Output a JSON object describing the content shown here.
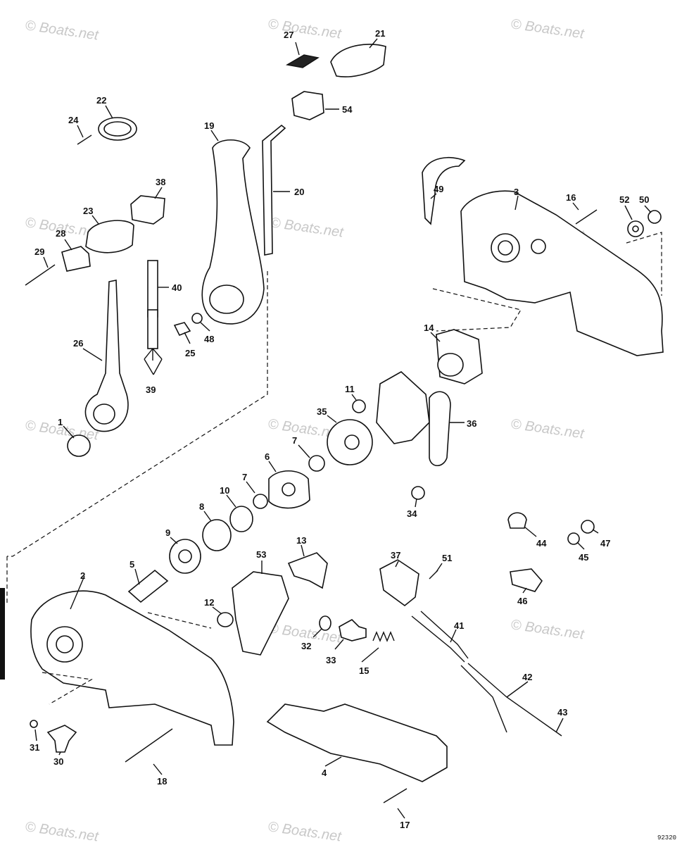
{
  "watermarks": [
    "© Boats.net",
    "© Boats.net",
    "© Boats.net",
    "© Boats.net",
    "© Boats.net",
    "© Boats.net",
    "© Boats.net",
    "© Boats.net",
    "© Boats.net",
    "© Boats.net",
    "© Boats.net",
    "© Boats.net",
    "© Boats.net"
  ],
  "reference_number": "92320",
  "callouts": [
    "1",
    "2",
    "3",
    "4",
    "5",
    "6",
    "7",
    "7",
    "8",
    "9",
    "10",
    "11",
    "12",
    "13",
    "14",
    "15",
    "16",
    "17",
    "18",
    "19",
    "20",
    "21",
    "22",
    "23",
    "24",
    "25",
    "26",
    "27",
    "28",
    "29",
    "30",
    "31",
    "32",
    "33",
    "34",
    "35",
    "36",
    "37",
    "38",
    "39",
    "40",
    "41",
    "42",
    "43",
    "44",
    "45",
    "46",
    "47",
    "48",
    "49",
    "50",
    "51",
    "52",
    "53",
    "54"
  ]
}
